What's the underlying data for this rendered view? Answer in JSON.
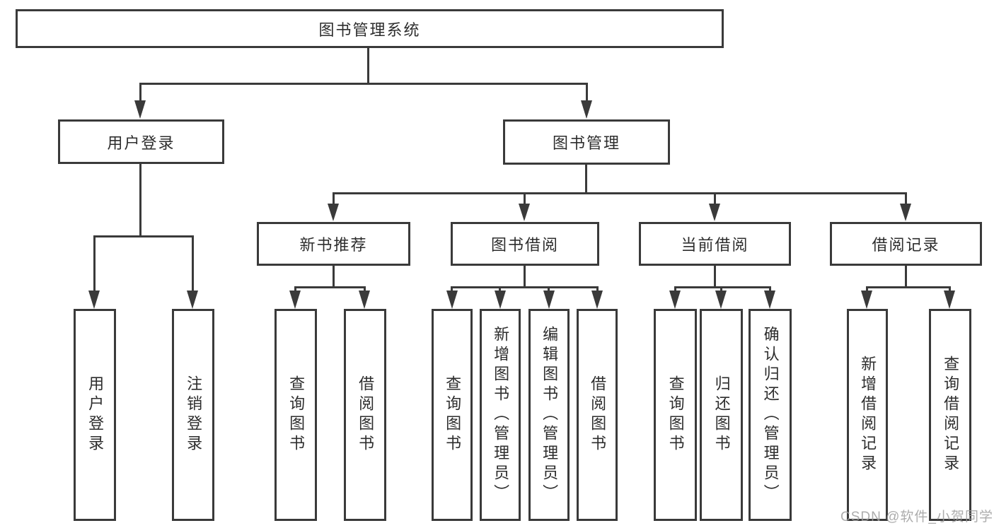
{
  "diagram": {
    "type": "tree",
    "root": "图书管理系统",
    "level1": {
      "user_login": "用户登录",
      "book_mgmt": "图书管理"
    },
    "level2": {
      "new_book_rec": "新书推荐",
      "book_borrow": "图书借阅",
      "current_borrow": "当前借阅",
      "borrow_records": "借阅记录"
    },
    "leaves": {
      "leaf_user_login": "用户登录",
      "leaf_logout": "注销登录",
      "leaf_query_book_rec": "查询图书",
      "leaf_borrow_book_rec": "借阅图书",
      "leaf_query_book_borrow": "查询图书",
      "leaf_add_book": "新增图书（管理员）",
      "leaf_edit_book": "编辑图书（管理员）",
      "leaf_borrow_book_borrow": "借阅图书",
      "leaf_query_book_current": "查询图书",
      "leaf_return_book": "归还图书",
      "leaf_confirm_return": "确认归还（管理员）",
      "leaf_add_borrow_record": "新增借阅记录",
      "leaf_query_borrow_record": "查询借阅记录"
    },
    "hierarchy": [
      {
        "parent": "图书管理系统",
        "children": [
          "用户登录",
          "图书管理"
        ]
      },
      {
        "parent": "用户登录",
        "children": [
          "用户登录",
          "注销登录"
        ]
      },
      {
        "parent": "图书管理",
        "children": [
          "新书推荐",
          "图书借阅",
          "当前借阅",
          "借阅记录"
        ]
      },
      {
        "parent": "新书推荐",
        "children": [
          "查询图书",
          "借阅图书"
        ]
      },
      {
        "parent": "图书借阅",
        "children": [
          "查询图书",
          "新增图书（管理员）",
          "编辑图书（管理员）",
          "借阅图书"
        ]
      },
      {
        "parent": "当前借阅",
        "children": [
          "查询图书",
          "归还图书",
          "确认归还（管理员）"
        ]
      },
      {
        "parent": "借阅记录",
        "children": [
          "新增借阅记录",
          "查询借阅记录"
        ]
      }
    ]
  },
  "watermark": "CSDN @软件_小贺同学",
  "colors": {
    "line": "#3a3a3a",
    "text": "#2d2d2d",
    "box_background": "#ffffff",
    "watermark": "#9e9e9e",
    "background": "#ffffff"
  }
}
